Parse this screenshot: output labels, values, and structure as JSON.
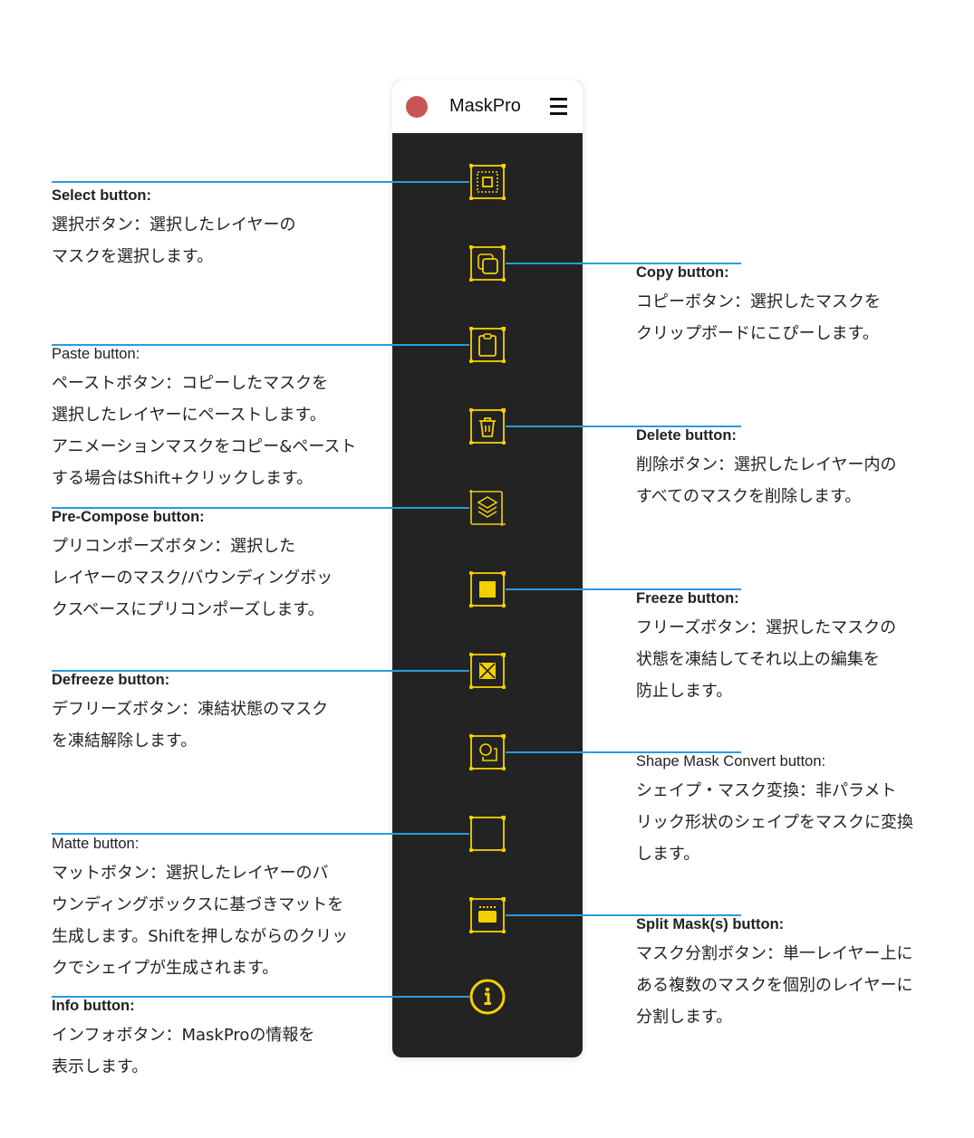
{
  "app": {
    "title": "MaskPro",
    "menu_icon": "hamburger-menu-icon"
  },
  "colors": {
    "accent": "#f5d000",
    "line": "#2a9ae0",
    "panel": "#232323",
    "close": "#c85456"
  },
  "buttons": [
    {
      "id": "select",
      "icon": "select-icon",
      "title": "Select button:",
      "bold": true,
      "side": "left",
      "desc": [
        "選択ボタン：選択したレイヤーの",
        "マスクを選択します。"
      ]
    },
    {
      "id": "copy",
      "icon": "copy-icon",
      "title": "Copy button:",
      "bold": true,
      "side": "right",
      "desc": [
        "コピーボタン：選択したマスクを",
        "クリップボードにこぴーします。"
      ]
    },
    {
      "id": "paste",
      "icon": "clipboard-icon",
      "title": "Paste button:",
      "bold": false,
      "side": "left",
      "desc": [
        "ペーストボタン：コピーしたマスクを",
        "選択したレイヤーにペーストします。",
        "アニメーションマスクをコピー&ペースト",
        "する場合はShift+クリックします。"
      ]
    },
    {
      "id": "delete",
      "icon": "trash-icon",
      "title": "Delete button:",
      "bold": true,
      "side": "right",
      "desc": [
        "削除ボタン：選択したレイヤー内の",
        "すべてのマスクを削除します。"
      ]
    },
    {
      "id": "precompose",
      "icon": "layers-icon",
      "title": "Pre-Compose button:",
      "bold": true,
      "side": "left",
      "desc": [
        "プリコンポーズボタン：選択した",
        "レイヤーのマスク/バウンディングボッ",
        "クスベースにプリコンポーズします。"
      ]
    },
    {
      "id": "freeze",
      "icon": "freeze-icon",
      "title": "Freeze button:",
      "bold": true,
      "side": "right",
      "desc": [
        "フリーズボタン：選択したマスクの",
        "状態を凍結してそれ以上の編集を",
        "防止します。"
      ]
    },
    {
      "id": "defreeze",
      "icon": "defreeze-icon",
      "title": "Defreeze button:",
      "bold": true,
      "side": "left",
      "desc": [
        "デフリーズボタン：凍結状態のマスク",
        "を凍結解除します。"
      ]
    },
    {
      "id": "shapeconvert",
      "icon": "shape-convert-icon",
      "title": "Shape Mask Convert button:",
      "bold": false,
      "side": "right",
      "desc": [
        "シェイプ・マスク変換：非パラメト",
        "リック形状のシェイプをマスクに変換",
        "します。"
      ]
    },
    {
      "id": "matte",
      "icon": "matte-icon",
      "title": "Matte button:",
      "bold": false,
      "side": "left",
      "desc": [
        "マットボタン：選択したレイヤーのバ",
        "ウンディングボックスに基づきマットを",
        "生成します。Shiftを押しながらのクリッ",
        "クでシェイプが生成されます。"
      ]
    },
    {
      "id": "split",
      "icon": "split-mask-icon",
      "title": "Split Mask(s) button:",
      "bold": true,
      "side": "right",
      "desc": [
        "マスク分割ボタン：単一レイヤー上に",
        "ある複数のマスクを個別のレイヤーに",
        "分割します。"
      ]
    },
    {
      "id": "info",
      "icon": "info-icon",
      "title": "Info button:",
      "bold": true,
      "side": "left",
      "desc": [
        "インフォボタン：MaskProの情報を",
        "表示します。"
      ]
    }
  ]
}
